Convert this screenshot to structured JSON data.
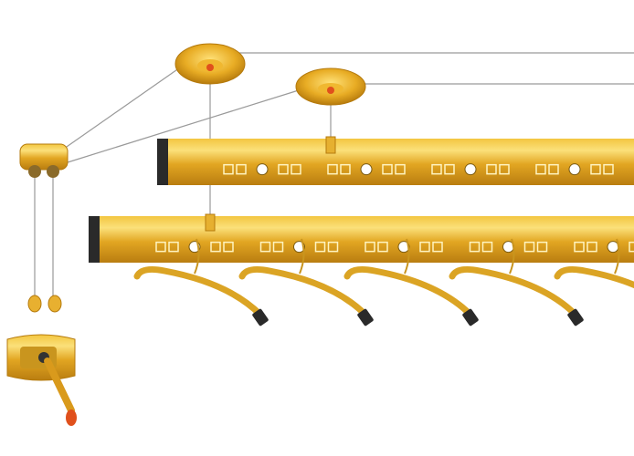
{
  "colors": {
    "gold": "#e0a21c",
    "gold_light": "#f6cf4a",
    "gold_dark": "#b57a0c",
    "endcap": "#2a2a2a",
    "cable": "#9a9a9a",
    "knob": "#e0501c"
  },
  "upper_bar": {
    "hole_count": 4
  },
  "lower_bar": {
    "hole_count": 5
  },
  "hanger_count": 5
}
